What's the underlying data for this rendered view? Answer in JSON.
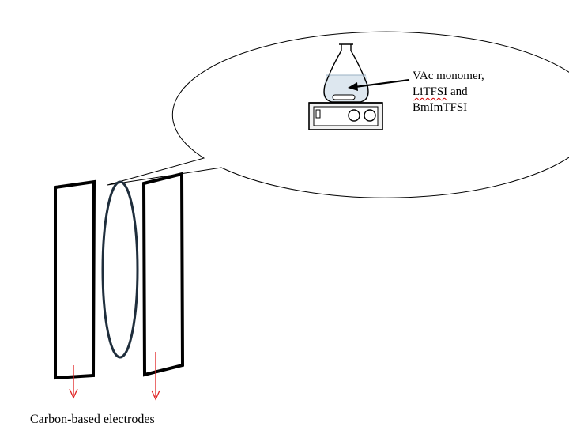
{
  "mixture_label": {
    "line1": "VAc monomer,",
    "line2_a": "LiTFSI",
    "line2_b": " and",
    "line3": "BmImTFSI"
  },
  "caption": "Carbon-based electrodes",
  "colors": {
    "outline": "#000000",
    "ring": "#1f2e3c",
    "arrow": "#e02020",
    "liquid": "#dfe8ef",
    "spellcheck_underline": "#d00000"
  }
}
